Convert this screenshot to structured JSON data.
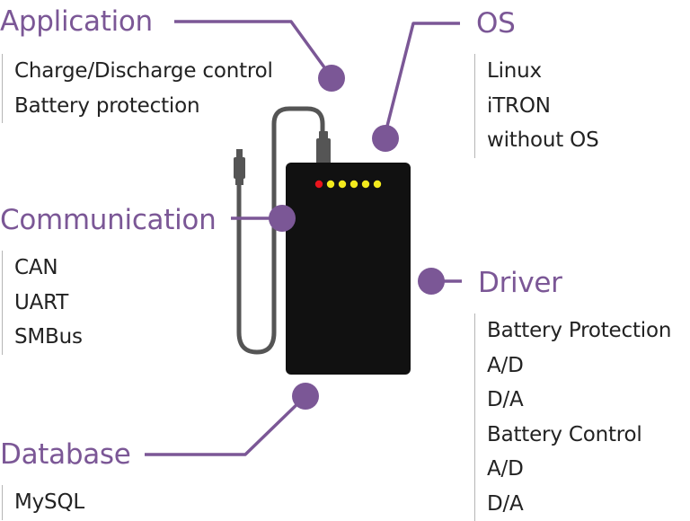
{
  "colors": {
    "accent": "#7b5796",
    "device_body": "#111111",
    "cable": "#555555",
    "led_red": "#e8141c",
    "led_yellow": "#f3ea1d",
    "divider": "#b5b5b5",
    "text": "#222222"
  },
  "device": {
    "leds": [
      "red",
      "yellow",
      "yellow",
      "yellow",
      "yellow",
      "yellow"
    ]
  },
  "groups": {
    "application": {
      "title": "Application",
      "items": [
        "Charge/Discharge control",
        "Battery protection"
      ]
    },
    "os": {
      "title": "OS",
      "items": [
        "Linux",
        "iTRON",
        "without OS"
      ]
    },
    "communication": {
      "title": "Communication",
      "items": [
        "CAN",
        "UART",
        "SMBus"
      ]
    },
    "driver": {
      "title": "Driver",
      "items": [
        "Battery Protection",
        "A/D",
        "D/A",
        "Battery Control",
        "A/D",
        "D/A"
      ]
    },
    "database": {
      "title": "Database",
      "items": [
        "MySQL"
      ]
    }
  }
}
